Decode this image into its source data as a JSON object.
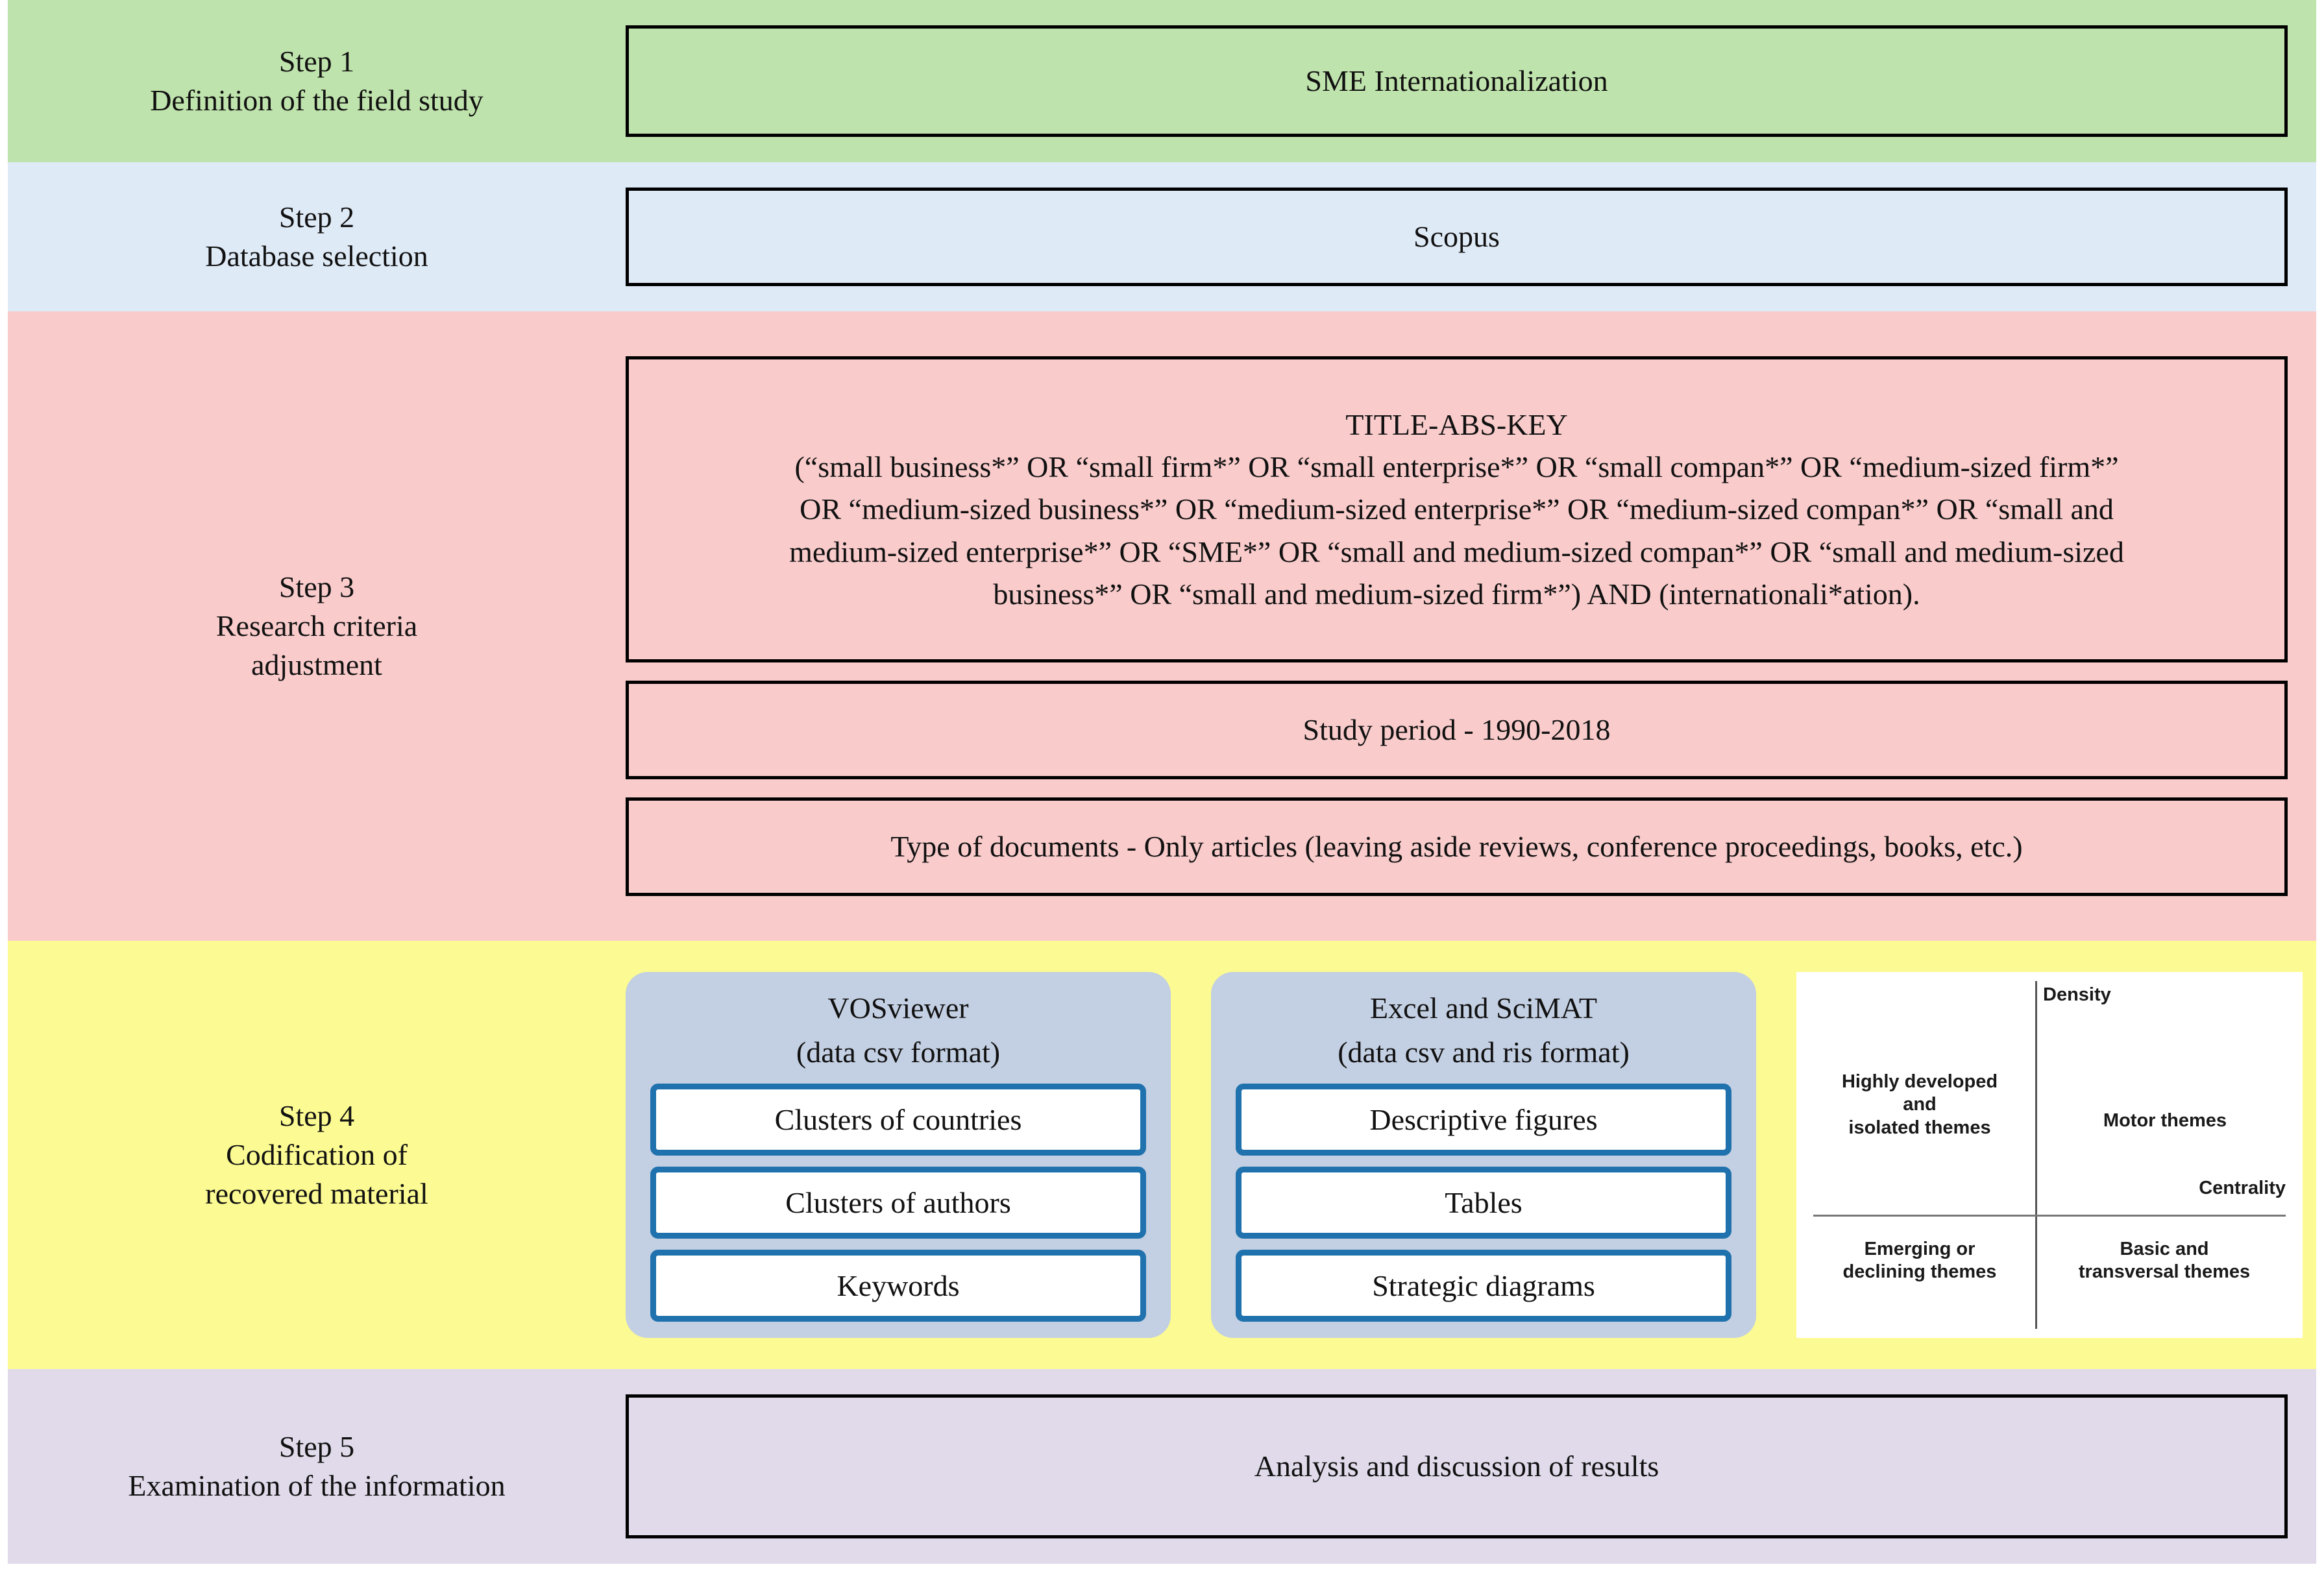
{
  "steps": [
    {
      "id": "step-1",
      "label_lines": [
        "Step 1",
        "Definition of the field study"
      ],
      "color": "#bfe3ac",
      "box_text": "SME Internationalization"
    },
    {
      "id": "step-2",
      "label_lines": [
        "Step 2",
        "Database selection"
      ],
      "color": "#dfeaf7",
      "box_text": "Scopus"
    },
    {
      "id": "step-3",
      "label_lines": [
        "Step 3",
        "Research criteria",
        "adjustment"
      ],
      "color": "#f9cbcb",
      "query_lines": [
        "TITLE-ABS-KEY",
        "(“small business*” OR “small firm*” OR “small enterprise*” OR “small compan*” OR “medium-sized firm*”",
        "OR “medium-sized business*” OR “medium-sized enterprise*” OR “medium-sized compan*” OR “small and",
        "medium-sized enterprise*” OR “SME*” OR “small and  medium-sized compan*” OR “small and medium-sized",
        "business*” OR “small and medium-sized firm*”) AND (internationali*ation)."
      ],
      "study_period": "Study period - 1990-2018",
      "document_types": "Type of documents - Only articles (leaving aside reviews, conference proceedings, books, etc.)"
    },
    {
      "id": "step-4",
      "label_lines": [
        "Step 4",
        "Codification of",
        "recovered material"
      ],
      "color": "#fcfa92",
      "panels": [
        {
          "title": "VOSviewer",
          "subtitle": "(data csv format)",
          "items": [
            "Clusters of countries",
            "Clusters of authors",
            "Keywords"
          ]
        },
        {
          "title": "Excel and SciMAT",
          "subtitle": "(data csv and ris format)",
          "items": [
            "Descriptive figures",
            "Tables",
            "Strategic diagrams"
          ]
        }
      ],
      "quadrant": {
        "y_axis_label": "Density",
        "x_axis_label": "Centrality",
        "top_left": "Highly developed\nand\nisolated themes",
        "top_right": "Motor themes",
        "bottom_left": "Emerging or\ndeclining themes",
        "bottom_right": "Basic and\ntransversal themes"
      }
    },
    {
      "id": "step-5",
      "label_lines": [
        "Step 5",
        "Examination of the information"
      ],
      "color": "#e0daea",
      "box_text": "Analysis and discussion of results"
    }
  ],
  "colors": {
    "step1_bg": "#bfe3ac",
    "step2_bg": "#dfeaf7",
    "step3_bg": "#f9cbcb",
    "step4_bg": "#fcfa92",
    "step5_bg": "#e0daea",
    "panel_bg": "#c3cfe2",
    "item_border": "#1f72ad",
    "box_border": "#000000"
  }
}
